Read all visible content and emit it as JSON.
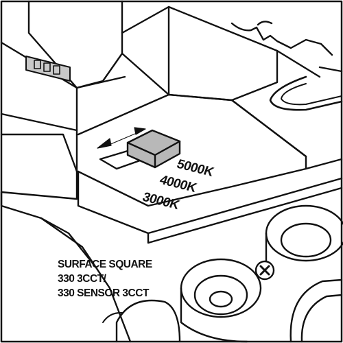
{
  "switch": {
    "positions": [
      "5000K",
      "4000K",
      "3000K"
    ]
  },
  "product": {
    "lines": [
      "SURFACE SQUARE",
      "330 3CCT/",
      "330 SENSOR 3CCT"
    ]
  },
  "colors": {
    "stroke": "#111111",
    "background": "#ffffff",
    "slider_knob": "#b8b8b8",
    "display_panel": "#c9c9c9"
  },
  "icons": [
    "double-arrow-icon",
    "screw-cross-icon"
  ]
}
